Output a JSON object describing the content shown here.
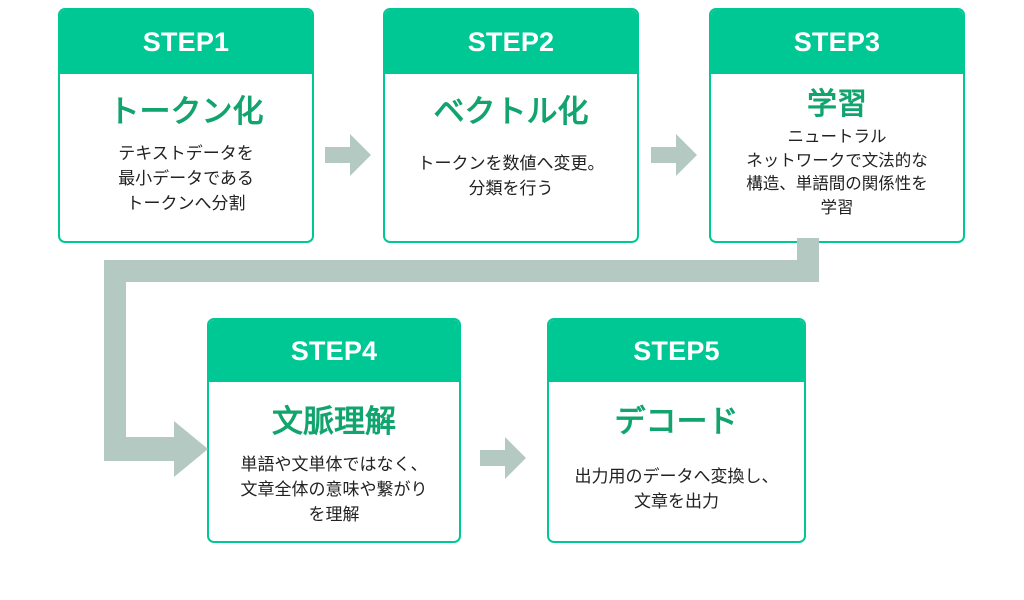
{
  "diagram": {
    "title_text": "LLM processing steps flow",
    "colors": {
      "header_green": "#00C894",
      "title_green": "#12A46E",
      "arrow_gray": "#B4C9C2",
      "body_text": "#222222",
      "background": "#FFFFFF"
    },
    "steps": [
      {
        "badge": "STEP1",
        "title": "トークン化",
        "description": "テキストデータを\n最小データである\nトークンへ分割"
      },
      {
        "badge": "STEP2",
        "title": "ベクトル化",
        "description": "トークンを数値へ変更。\n分類を行う"
      },
      {
        "badge": "STEP3",
        "title": "学習",
        "description": "ニュートラル\nネットワークで文法的な\n構造、単語間の関係性を\n学習"
      },
      {
        "badge": "STEP4",
        "title": "文脈理解",
        "description": "単語や文単体ではなく、\n文章全体の意味や繋がり\nを理解"
      },
      {
        "badge": "STEP5",
        "title": "デコード",
        "description": "出力用のデータへ変換し、\n文章を出力"
      }
    ],
    "connectors": [
      {
        "name": "arrow-step1-to-step2",
        "icon": "arrow-right-icon",
        "from": "STEP1",
        "to": "STEP2"
      },
      {
        "name": "arrow-step2-to-step3",
        "icon": "arrow-right-icon",
        "from": "STEP2",
        "to": "STEP3"
      },
      {
        "name": "arrow-step3-to-step4",
        "icon": "elbow-arrow-icon",
        "from": "STEP3",
        "to": "STEP4"
      },
      {
        "name": "arrow-step4-to-step5",
        "icon": "arrow-right-icon",
        "from": "STEP4",
        "to": "STEP5"
      }
    ]
  }
}
